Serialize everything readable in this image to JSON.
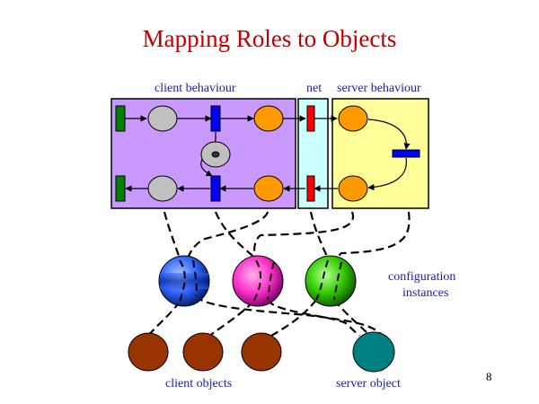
{
  "slide": {
    "title": "Mapping Roles to Objects",
    "page_number": "8"
  },
  "labels": {
    "client_behaviour": "client behaviour",
    "net": "net",
    "server_behaviour": "server behaviour",
    "configuration_line1": "configuration",
    "configuration_line2": "instances",
    "client_objects": "client objects",
    "server_object": "server object"
  },
  "colors": {
    "title": "#c00000",
    "label_text": "#1a1ab4",
    "client_box": "#c999ff",
    "net_box": "#ccffff",
    "server_box": "#ffff99",
    "green_transition": "#008000",
    "blue_transition": "#0000ff",
    "red_transition": "#ff0000",
    "grey_place": "#c0c0c0",
    "orange_place": "#ff9900",
    "config_blue": "#3366ff",
    "config_magenta": "#ff33cc",
    "config_green": "#33cc00",
    "client_object": "#993300",
    "server_object": "#008080"
  }
}
